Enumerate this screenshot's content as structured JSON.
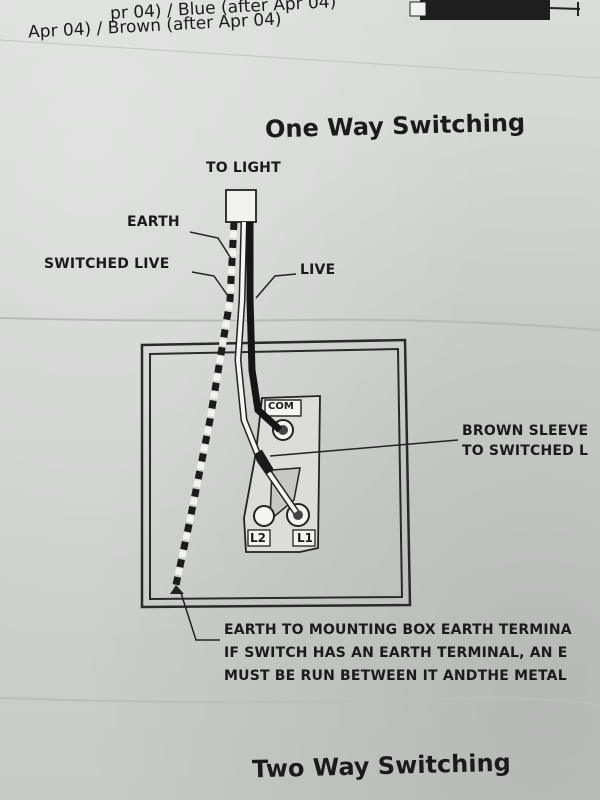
{
  "header": {
    "line1": "pr 04) / Blue (after Apr 04)",
    "line2": "Apr 04) / Brown (after Apr 04)"
  },
  "sections": {
    "one_way_title": "One Way Switching",
    "two_way_title": "Two Way Switching"
  },
  "labels": {
    "to_light": "TO LIGHT",
    "earth": "EARTH",
    "switched_live": "SWITCHED LIVE",
    "live": "LIVE",
    "com": "COM",
    "l1": "L1",
    "l2": "L2",
    "brown_sleeve_1": "BROWN SLEEVE",
    "brown_sleeve_2": "TO SWITCHED L",
    "earth_note_1": "EARTH TO MOUNTING BOX EARTH TERMINA",
    "earth_note_2": "IF SWITCH HAS AN EARTH TERMINAL, AN E",
    "earth_note_3": "MUST BE RUN BETWEEN IT ANDTHE METAL"
  },
  "colors": {
    "ink": "#1b1b1b",
    "paper": "#d3d5d3"
  }
}
